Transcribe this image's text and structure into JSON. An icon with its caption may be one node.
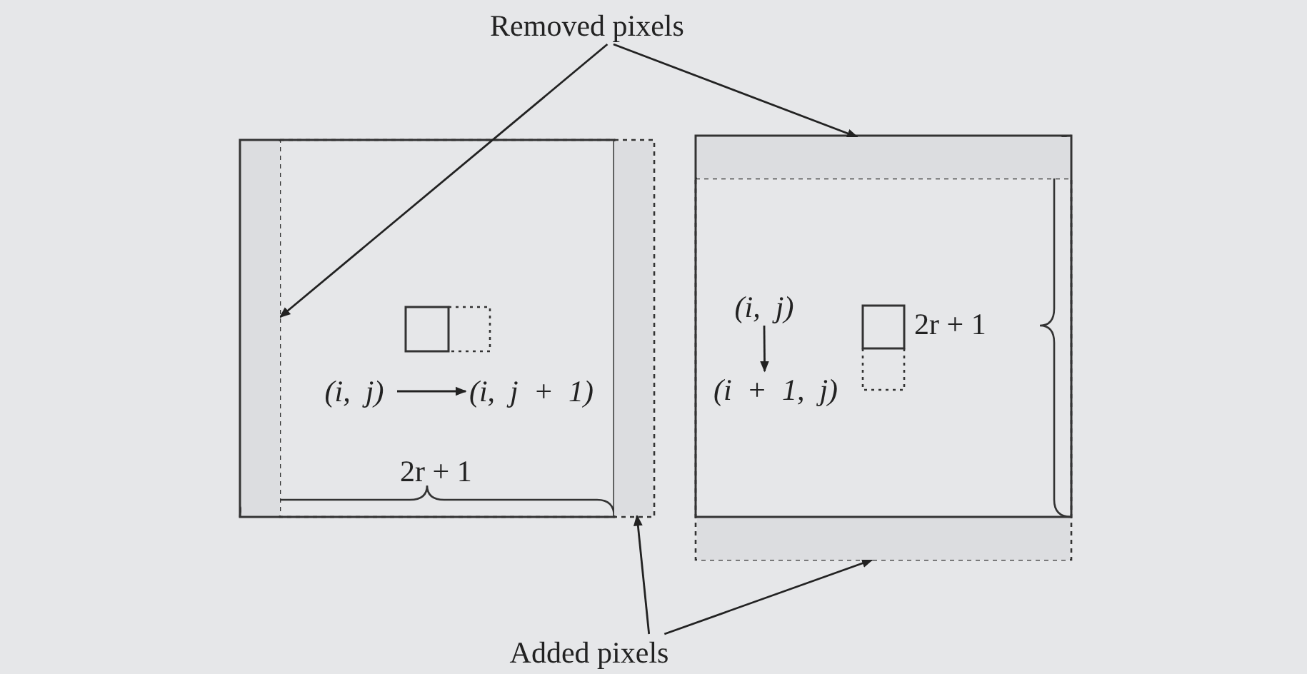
{
  "diagram": {
    "nodes": [
      {
        "text": [
          "Removed pixels"
        ]
      },
      {
        "text": [],
        "shape": "box"
      },
      {
        "text": [],
        "shape": "box"
      },
      {
        "text": [
          "(i, j)"
        ]
      },
      {
        "text": [
          "(i, j + 1)"
        ]
      },
      {
        "text": [],
        "shape": "box"
      },
      {
        "text": [],
        "shape": "box"
      },
      {
        "text": [
          "(i, j)"
        ]
      },
      {
        "text": [
          "(i + 1, j)"
        ]
      },
      {
        "text": [
          "Added pixels"
        ]
      }
    ],
    "edges": [
      {
        "from": 0,
        "to": 1,
        "arrow": "to"
      },
      {
        "from": 0,
        "to": 5,
        "arrow": "to"
      },
      {
        "from": 9,
        "to": 2,
        "arrow": "to"
      },
      {
        "from": 9,
        "to": 6,
        "arrow": "to"
      },
      {
        "from": 3,
        "to": 4,
        "arrow": "to"
      },
      {
        "from": 7,
        "to": 8,
        "arrow": "to"
      }
    ],
    "labels": [
      "2r + 1",
      "2r + 1"
    ]
  }
}
